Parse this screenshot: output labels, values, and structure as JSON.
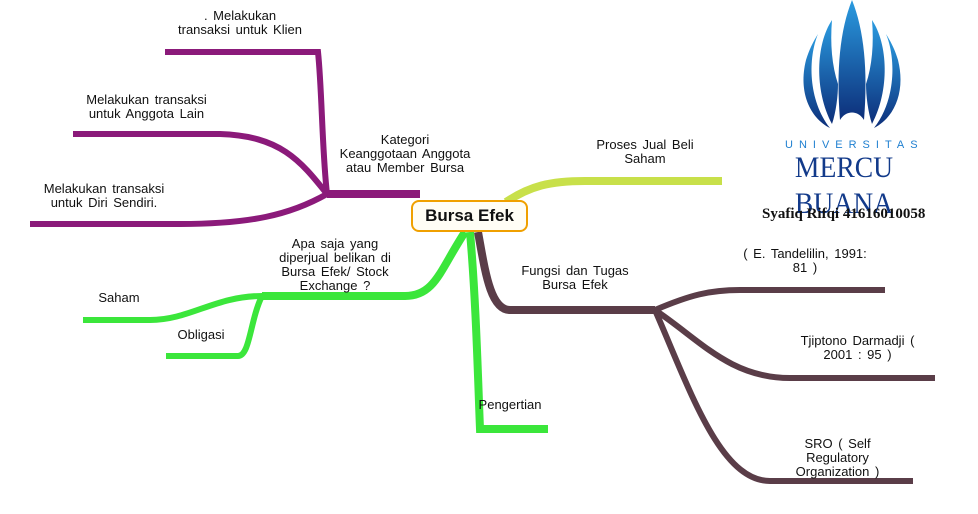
{
  "center": {
    "label": "Bursa Efek"
  },
  "branches": {
    "kategori": {
      "label": "Kategori\nKeanggotaan Anggota\natau Member Bursa",
      "color": "#8b1a7a",
      "items": [
        {
          "label": ".      Melakukan\ntransaksi untuk Klien"
        },
        {
          "label": "Melakukan transaksi\nuntuk Anggota Lain"
        },
        {
          "label": "Melakukan transaksi\nuntuk Diri Sendiri."
        }
      ]
    },
    "proses": {
      "label": "Proses Jual Beli\nSaham",
      "color": "#c8e04a"
    },
    "apa_saja": {
      "label": "Apa saja yang\ndiperjual belikan di\nBursa Efek/ Stock\nExchange ?",
      "color": "#3be63b",
      "items": [
        {
          "label": "Saham"
        },
        {
          "label": "Obligasi"
        }
      ]
    },
    "pengertian": {
      "label": "Pengertian",
      "color": "#3be63b"
    },
    "fungsi": {
      "label": "Fungsi dan Tugas\nBursa Efek",
      "color": "#5a3d48",
      "items": [
        {
          "label": "( E. Tandelilin, 1991:\n81 )"
        },
        {
          "label": "Tjiptono Darmadji (\n2001 : 95 )"
        },
        {
          "label": "SRO ( Self\nRegulatory\nOrganization )"
        }
      ]
    }
  },
  "logo": {
    "university_word": "UNIVERSITAS",
    "brand_name": "MERCU BUANA",
    "logo_icon": "mercu-buana-emblem-icon",
    "primary_color": "#123a8a",
    "accent_color": "#1e7fd0"
  },
  "author": "Syafiq Rifqi 41616010058"
}
